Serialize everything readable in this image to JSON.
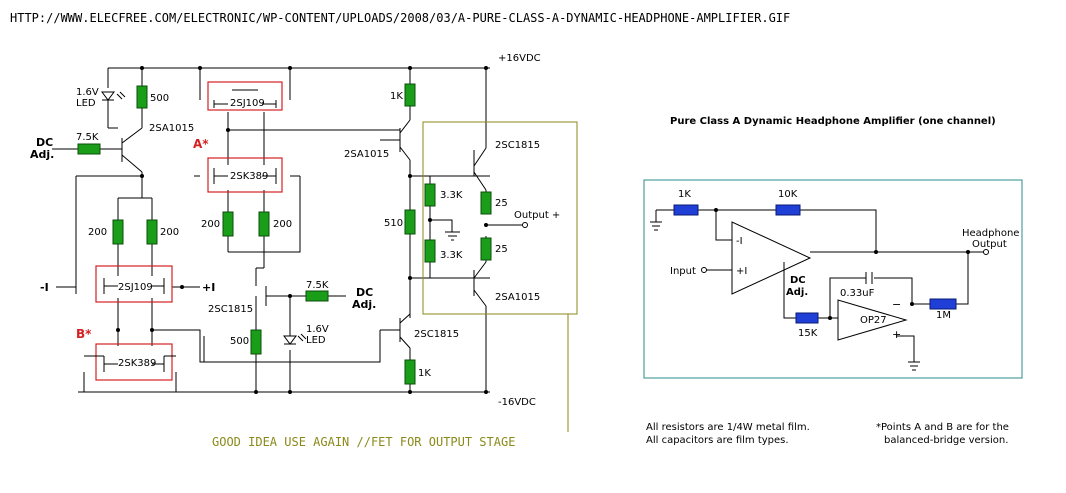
{
  "url_text": "HTTP://WWW.ELECFREE.COM/ELECTRONIC/WP-CONTENT/UPLOADS/2008/03/A-PURE-CLASS-A-DYNAMIC-HEADPHONE-AMPLIFIER.GIF",
  "title": "Pure Class A Dynamic Headphone Amplifier (one channel)",
  "rails": {
    "pos": "+16VDC",
    "neg": "-16VDC"
  },
  "transistors": {
    "q_2sa1015_left": "2SA1015",
    "q_2sa1015_mid": "2SA1015",
    "q_2sc1815_top": "2SC1815",
    "q_2sa1015_out": "2SA1015",
    "q_2sc1815_mid": "2SC1815",
    "q_2sc1815_bot": "2SC1815",
    "j_2sj109_top": "2SJ109",
    "j_2sk389_top": "2SK389",
    "j_2sj109_bot": "2SJ109",
    "j_2sk389_bot": "2SK389"
  },
  "resistors": {
    "r500_top": "500",
    "r75k_left": "7.5K",
    "r200_a": "200",
    "r200_b": "200",
    "r200_c": "200",
    "r200_d": "200",
    "r1k_top": "1K",
    "r510": "510",
    "r33k_a": "3.3K",
    "r33k_b": "3.3K",
    "r25_a": "25",
    "r25_b": "25",
    "r75k_mid": "7.5K",
    "r500_bot": "500",
    "r1k_bot": "1K",
    "op_1k": "1K",
    "op_10k": "10K",
    "op_15k": "15K",
    "op_1m": "1M"
  },
  "labels": {
    "led_top": "1.6V\nLED",
    "led_mid": "1.6V\nLED",
    "dc_adj": "DC\nAdj.",
    "point_a": "A*",
    "point_b": "B*",
    "minus_i": "-I",
    "plus_i": "+I",
    "output": "Output +",
    "op_minus": "-I",
    "op_plus": "+I",
    "op_input": "Input",
    "op_dcadj": "DC\nAdj.",
    "op_cap": "0.33uF",
    "op_amp": "OP27",
    "headphone_output": "Headphone\nOutput",
    "op_minus_sign": "−",
    "op_plus_sign": "+"
  },
  "notes": {
    "resistors_line1": "All resistors are 1/4W metal film.",
    "resistors_line2": "All capacitors are film types.",
    "points_line1": "*Points A and B are for the",
    "points_line2": "balanced-bridge version."
  },
  "annotation": "GOOD IDEA USE AGAIN //FET FOR OUTPUT STAGE",
  "colors": {
    "resistor_green": "#1a9e1a",
    "resistor_blue": "#1f3fd6",
    "fet_box_red": "#d42020",
    "annotation_olive": "#8a8a1a",
    "opamp_frame_teal": "#2e8b8b"
  }
}
